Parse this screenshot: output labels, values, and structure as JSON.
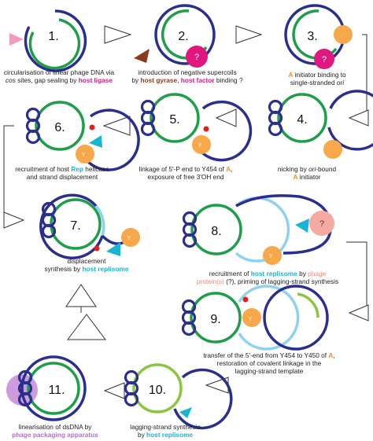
{
  "colors": {
    "navy": "#2a2f8f",
    "green": "#1f9e4a",
    "light_blue": "#8fd2ef",
    "light_green": "#8cc63f",
    "orange": "#f7a84a",
    "magenta": "#e0177e",
    "brown": "#8b3a1e",
    "cyan": "#19b4d2",
    "red": "#e0201c",
    "salmon": "#f5a9a0",
    "purple": "#c48bd8",
    "pink_arrow": "#f29ac0"
  },
  "steps": [
    {
      "number": "1.",
      "caption": {
        "l1": "circularisation of linear phage DNA via",
        "l2a": "cos",
        "l2b": " sites, gap sealing by ",
        "l2c": "host ligase"
      }
    },
    {
      "number": "2.",
      "caption": {
        "l1": "introduction of negative supercoils",
        "l2a": "by ",
        "l2b": "host gyrase",
        "l2c": ", ",
        "l2d": "host factor",
        "l2e": " binding ?"
      }
    },
    {
      "number": "3.",
      "caption": {
        "l1a": "A",
        "l1b": " initiator binding to",
        "l2a": "single-stranded ",
        "l2b": "ori"
      }
    },
    {
      "number": "4.",
      "caption": {
        "l1a": "nicking by ",
        "l1b": "ori",
        "l1c": "-bound",
        "l2a": "A",
        "l2b": " initiator"
      }
    },
    {
      "number": "5.",
      "caption": {
        "l1a": "linkage of 5'-P end to Y454 of ",
        "l1b": "A",
        "l1c": ",",
        "l2": "exposure of free 3'OH end"
      }
    },
    {
      "number": "6.",
      "caption": {
        "l1a": "recruitment of host ",
        "l1b": "Rep",
        "l1c": " helicase",
        "l2": "and strand displacement"
      }
    },
    {
      "number": "7.",
      "caption": {
        "l1": "displacement",
        "l2a": "synthesis by ",
        "l2b": "host replisome"
      }
    },
    {
      "number": "8.",
      "caption": {
        "l1a": "recruitment of ",
        "l1b": "host replisome",
        "l1c": " by ",
        "l1d": "phage",
        "l2a": "protein(s)",
        "l2b": " (?), priming of lagging-strand synthesis"
      }
    },
    {
      "number": "9.",
      "caption": {
        "l1": "transfer of the 5'-end from Y454 to Y450 of ",
        "l1b": "A",
        "l1c": ",",
        "l2": "restoration of covalent linkage in the",
        "l3": "lagging-strand template"
      }
    },
    {
      "number": "10.",
      "caption": {
        "l1": "lagging-strand synthesis",
        "l2a": "by ",
        "l2b": "host replisome"
      }
    },
    {
      "number": "11.",
      "caption": {
        "l1": "linearisation of dsDNA by",
        "l2": "phage packaging apparatus"
      }
    }
  ],
  "protein_labels": {
    "q": "?",
    "y": "Y"
  }
}
